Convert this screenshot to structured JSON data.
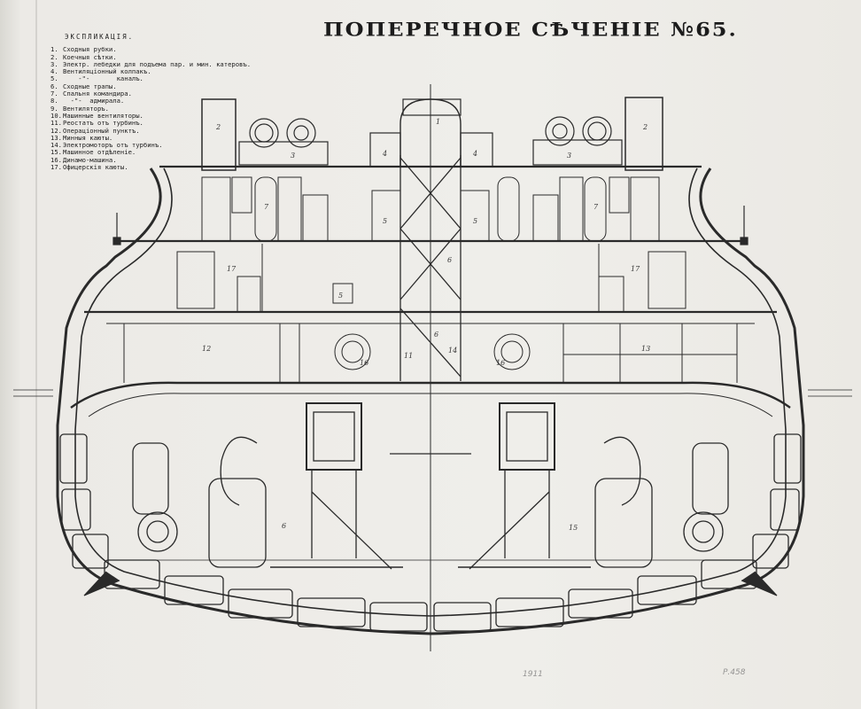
{
  "title": "ПОПЕРЕЧНОЕ СѢЧЕНІЕ №65.",
  "legend_heading": "ЭКСПЛИКАЦІЯ.",
  "legend": [
    {
      "num": "1.",
      "text": "Сходныя рубки."
    },
    {
      "num": "2.",
      "text": "Коечныя сѣтки."
    },
    {
      "num": "3.",
      "text": "Электр. лебедки для подъема пар. и мин. катеровъ."
    },
    {
      "num": "4.",
      "text": "Вентиляціонный колпакъ."
    },
    {
      "num": "5.",
      "text": "    -\"-       каналъ."
    },
    {
      "num": "6.",
      "text": "Сходные трапы."
    },
    {
      "num": "7.",
      "text": "Спальня командира."
    },
    {
      "num": "8.",
      "text": "  -\"-  адмирала."
    },
    {
      "num": "9.",
      "text": "Вентиляторъ."
    },
    {
      "num": "10.",
      "text": "Машинные вентиляторы."
    },
    {
      "num": "11.",
      "text": "Реостатъ отъ турбинъ."
    },
    {
      "num": "12.",
      "text": "Операціонный пунктъ."
    },
    {
      "num": "13.",
      "text": "Минныя каюты."
    },
    {
      "num": "14.",
      "text": "Электромоторъ отъ турбинъ."
    },
    {
      "num": "15.",
      "text": "Машинное отдѣленіе."
    },
    {
      "num": "16.",
      "text": "Динамо-машина."
    },
    {
      "num": "17.",
      "text": "Офицерскія каюты."
    }
  ],
  "compartment_labels": [
    "1",
    "2",
    "3",
    "4",
    "5",
    "6",
    "7",
    "11",
    "12",
    "13",
    "14",
    "15",
    "16",
    "17"
  ],
  "pencil_notes": [
    "1911",
    "Р.458"
  ]
}
